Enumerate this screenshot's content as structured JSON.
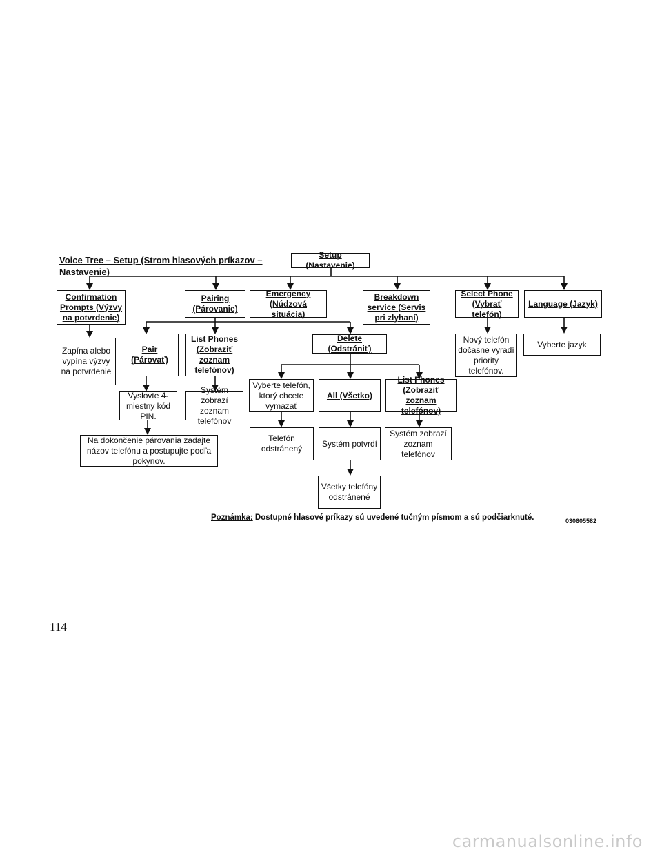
{
  "title": "Voice Tree – Setup (Strom hlasových príkazov – Nastavenie)",
  "nodes": {
    "setup": "Setup (Nastavenie)",
    "confirm": "Confirmation Prompts (Výzvy na potvrdenie)",
    "pairing": "Pairing (Párovanie)",
    "emergency": "Emergency (Núdzová situácia)",
    "breakdown": "Breakdown service (Servis pri zlyhaní)",
    "select_phone": "Select Phone (Vybrať telefón)",
    "language": "Language (Jazyk)",
    "confirm_desc": "Zapína alebo vypína výzvy na potvrdenie",
    "pair": "Pair (Párovať)",
    "list_phones_1": "List Phones (Zobraziť zoznam telefónov)",
    "delete": "Delete (Odstrániť)",
    "select_desc": "Nový telefón dočasne vyradí priority telefónov.",
    "language_desc": "Vyberte jazyk",
    "pin": "Vyslovte 4-miestny kód PIN.",
    "list_desc_1": "Systém zobrazí zoznam telefónov",
    "pair_finish": "Na dokončenie párovania zadajte názov telefónu a postupujte podľa pokynov.",
    "choose_phone": "Vyberte telefón, ktorý chcete vymazať",
    "all": "All (Všetko)",
    "list_phones_2": "List Phones (Zobraziť zoznam telefónov)",
    "phone_removed": "Telefón odstránený",
    "system_confirms": "Systém potvrdí",
    "list_desc_2": "Systém zobrazí zoznam telefónov",
    "all_removed": "Všetky telefóny odstránené"
  },
  "note": {
    "label": "Poznámka:",
    "text": "Dostupné hlasové príkazy sú uvedené tučným písmom a sú podčiarknuté."
  },
  "figure_code": "030605582",
  "page_number": "114",
  "watermark": "carmanualsonline.info"
}
